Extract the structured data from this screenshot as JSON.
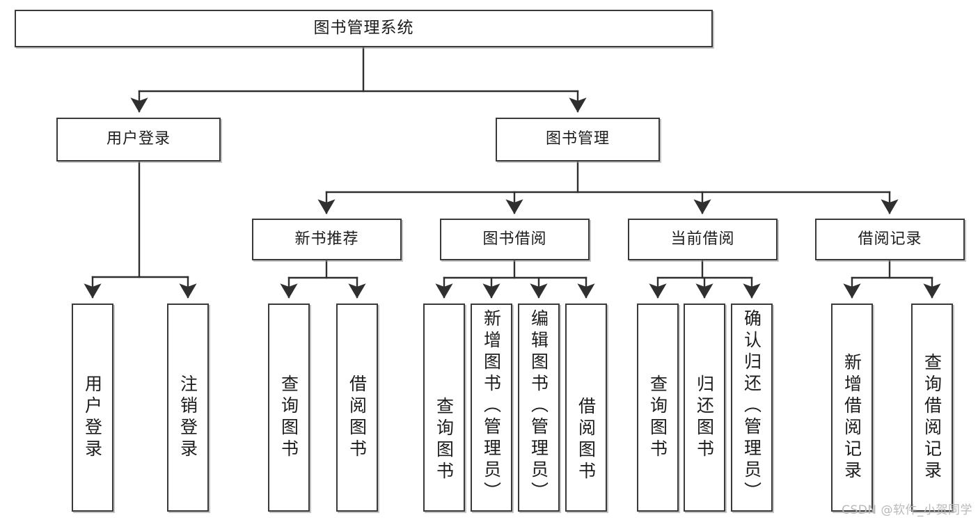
{
  "diagram": {
    "title": "图书管理系统",
    "watermark": "CSDN @软件_小贺同学",
    "type": "tree-hierarchy-chart",
    "root": {
      "label": "图书管理系统"
    },
    "level2": [
      {
        "label": "用户登录"
      },
      {
        "label": "图书管理"
      }
    ],
    "level3": [
      {
        "label": "新书推荐"
      },
      {
        "label": "图书借阅"
      },
      {
        "label": "当前借阅"
      },
      {
        "label": "借阅记录"
      }
    ],
    "leaves": {
      "user_login": [
        {
          "label": "用户登录"
        },
        {
          "label": "注销登录"
        }
      ],
      "new_book_recommend": [
        {
          "label": "查询图书"
        },
        {
          "label": "借阅图书"
        }
      ],
      "book_borrow": [
        {
          "label": "查询图书"
        },
        {
          "label": "新增图书（管理员）"
        },
        {
          "label": "编辑图书（管理员）"
        },
        {
          "label": "借阅图书"
        }
      ],
      "current_borrow": [
        {
          "label": "查询图书"
        },
        {
          "label": "归还图书"
        },
        {
          "label": "确认归还（管理员）"
        }
      ],
      "borrow_record": [
        {
          "label": "新增借阅记录"
        },
        {
          "label": "查询借阅记录"
        }
      ]
    },
    "colors": {
      "box_border": "#3a3a3a",
      "box_fill": "#ffffff",
      "line": "#2f2f2f",
      "text": "#1c1c1c",
      "watermark": "#b9b9b9"
    }
  }
}
